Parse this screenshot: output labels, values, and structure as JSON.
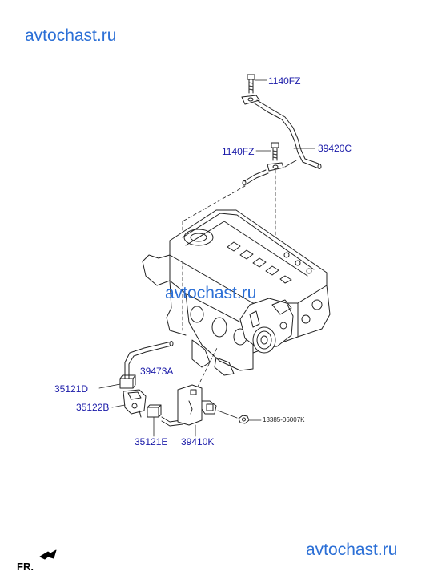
{
  "watermarks": {
    "top": "avtochast.ru",
    "center": "avtochast.ru",
    "bottom": "avtochast.ru"
  },
  "labels": {
    "bolt_top": "1140FZ",
    "bolt_mid": "1140FZ",
    "tube": "39420C",
    "hose": "39473A",
    "cap_upper": "35121D",
    "valve": "35122B",
    "cap_lower": "35121E",
    "bracket": "39410K",
    "nut": "13385-06007K"
  },
  "orientation": "FR.",
  "colors": {
    "watermark": "#2b6fd6",
    "label": "#1a1aa8",
    "line": "#222222"
  }
}
